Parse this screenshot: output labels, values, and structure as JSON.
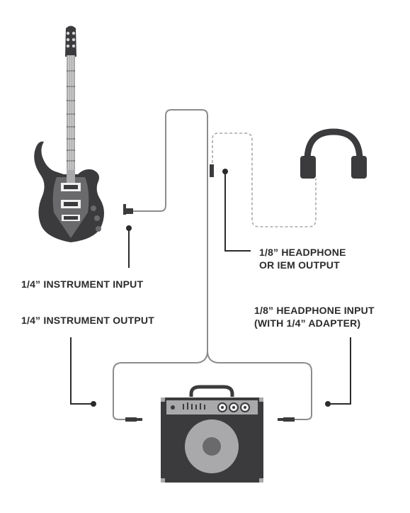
{
  "labels": {
    "instrument_input": "1/4” INSTRUMENT INPUT",
    "instrument_output": "1/4” INSTRUMENT OUTPUT",
    "headphone_output_line1": "1/8” HEADPHONE",
    "headphone_output_line2": "OR IEM OUTPUT",
    "headphone_input_line1": "1/8” HEADPHONE INPUT",
    "headphone_input_line2": "(WITH 1/4” ADAPTER)"
  },
  "colors": {
    "device_dark": "#3b3b3d",
    "device_mid": "#6a6a6c",
    "device_light": "#a9a9ab",
    "cable": "#8c8c8c",
    "leader": "#2b2b2b",
    "text": "#2b2b2b"
  }
}
